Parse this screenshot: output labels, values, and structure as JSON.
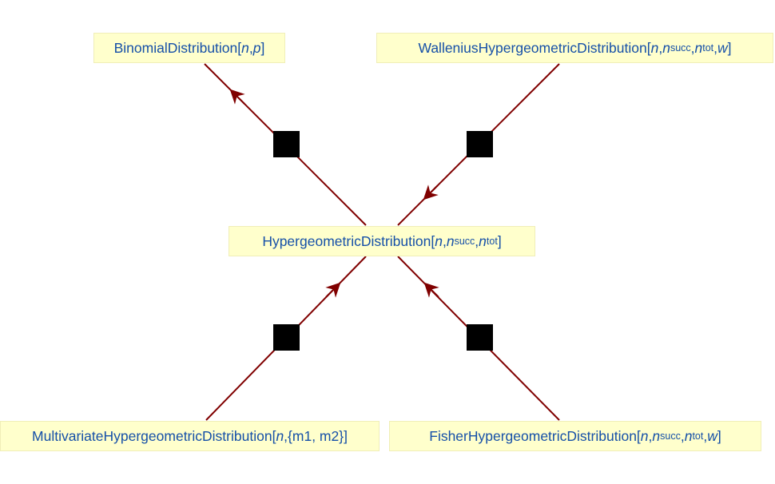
{
  "colors": {
    "edge": "#800000",
    "node_fill": "#ffffcc",
    "node_text": "#1650a8",
    "junction": "#000000"
  },
  "nodes": {
    "binomial": {
      "name": "BinomialDistribution",
      "args": [
        "n",
        "p"
      ]
    },
    "wallenius": {
      "name": "WalleniusHypergeometricDistribution",
      "args": [
        "n",
        "n",
        "succ",
        "n",
        "tot",
        "w"
      ]
    },
    "hypergeometric": {
      "name": "HypergeometricDistribution",
      "args": [
        "n",
        "n",
        "succ",
        "n",
        "tot"
      ]
    },
    "multivariate": {
      "name": "MultivariateHypergeometricDistribution",
      "args": [
        "n",
        "{m1, m2}"
      ]
    },
    "fisher": {
      "name": "FisherHypergeometricDistribution",
      "args": [
        "n",
        "n",
        "succ",
        "n",
        "tot",
        "w"
      ]
    }
  },
  "punct": {
    "open": "[",
    "close": "]",
    "sep": ", "
  },
  "edges": [
    {
      "from": "hypergeometric",
      "to": "binomial"
    },
    {
      "from": "wallenius",
      "to": "hypergeometric"
    },
    {
      "from": "multivariate",
      "to": "hypergeometric"
    },
    {
      "from": "fisher",
      "to": "hypergeometric"
    }
  ]
}
